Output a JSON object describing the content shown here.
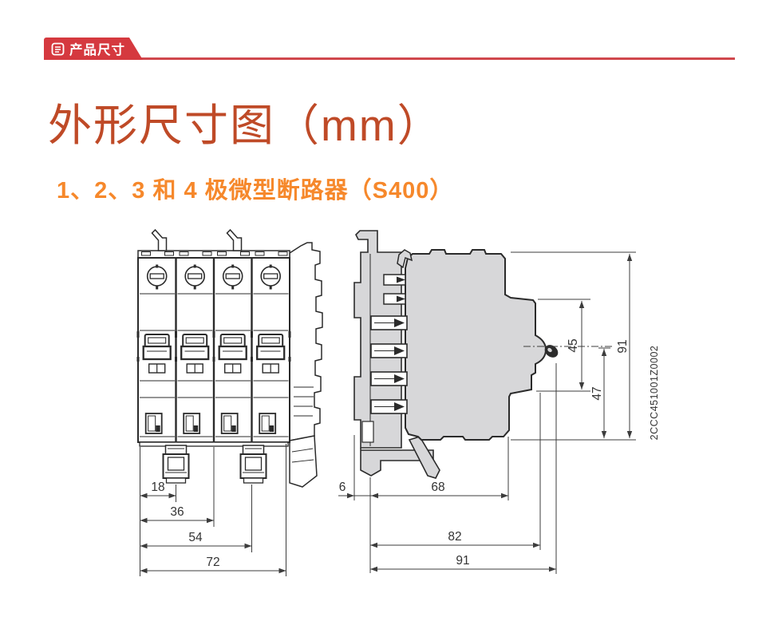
{
  "header": {
    "badge_label": "产品尺寸"
  },
  "title": "外形尺寸图（mm）",
  "subtitle": "1、2、3 和 4 极微型断路器（S400）",
  "drawing": {
    "product_code": "2CCC451001Z0002",
    "front_view_dims": {
      "w18": "18",
      "w36": "36",
      "w54": "54",
      "w72": "72"
    },
    "side_view_dims": {
      "d6": "6",
      "d68": "68",
      "d82": "82",
      "d91_bottom": "91",
      "h45": "45",
      "h47": "47",
      "h91_right": "91"
    }
  },
  "colors": {
    "badge_red": "#d5393f",
    "divider_red": "#d0474d",
    "title_orange": "#bf4a27",
    "subtitle_orange": "#f6882b",
    "outline": "#2b2b2b",
    "body_fill": "#d7d7d9",
    "dim_text": "#333333"
  }
}
